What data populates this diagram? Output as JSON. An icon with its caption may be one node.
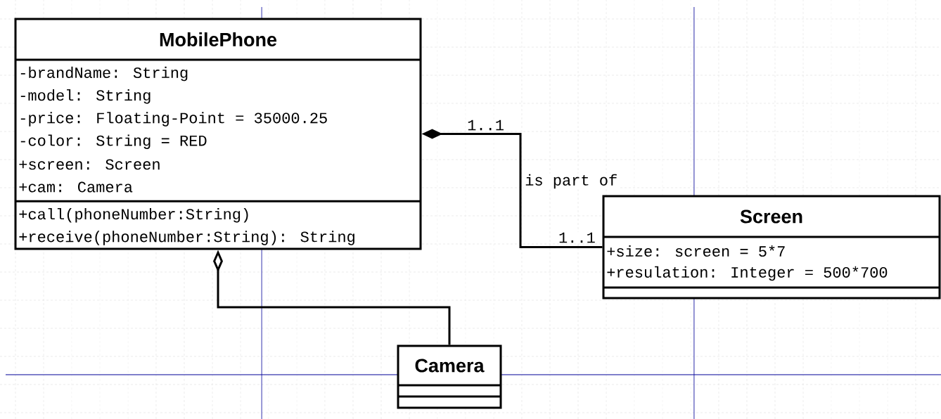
{
  "diagram": {
    "nodes": [
      {
        "text": [
          "MobilePhone",
          "-brandName: String",
          "-model: String",
          "-price: Floating-Point = 35000.25",
          "-color: String = RED",
          "+screen: Screen",
          "+cam: Camera",
          "+call(phoneNumber:String)",
          "+receive(phoneNumber:String): String"
        ]
      },
      {
        "text": [
          "Screen",
          "+size: screen = 5*7",
          "+resulation: Integer = 500*700"
        ]
      },
      {
        "text": [
          "Camera"
        ]
      }
    ],
    "edges": [
      {
        "from": 0,
        "to": 1,
        "arrow": "other",
        "label": "is part of"
      },
      {
        "from": 0,
        "to": 2,
        "arrow": "other"
      }
    ],
    "labels": [
      "1..1",
      "1..1"
    ]
  }
}
